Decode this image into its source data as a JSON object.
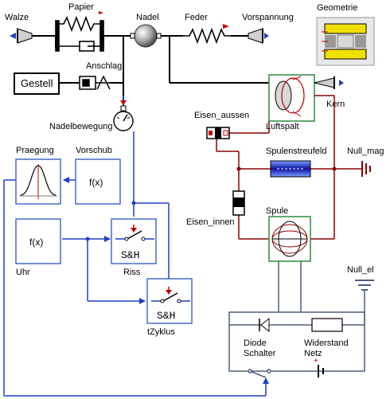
{
  "labels": {
    "walze": "Walze",
    "papier": "Papier",
    "nadel": "Nadel",
    "feder": "Feder",
    "vorspannung": "Vorspannung",
    "geometrie": "Geometrie",
    "anschlag": "Anschlag",
    "gestell": "Gestell",
    "kern": "Kern",
    "nadelbewegung": "Nadelbewegung",
    "eisen_aussen": "Eisen_aussen",
    "luftspalt": "Luftspalt",
    "praegung": "Praegung",
    "vorschub": "Vorschub",
    "fx_vorschub": "f(x)",
    "spulenstreufeld": "Spulenstreufeld",
    "null_mag": "Null_mag",
    "eisen_innen": "Eisen_innen",
    "spule": "Spule",
    "fx_uhr": "f(x)",
    "uhr": "Uhr",
    "sh_riss": "S&H",
    "riss": "Riss",
    "null_el": "Null_el",
    "sh_tzyklus": "S&H",
    "tzyklus": "tZyklus",
    "diode": "Diode",
    "widerstand": "Widerstand",
    "schalter": "Schalter",
    "netz": "Netz"
  },
  "colors": {
    "mech": "#000000",
    "signal": "#1f3fbf",
    "magnetic": "#8b0000",
    "electric": "#4d5e7a",
    "block_border": "#3a5fc8",
    "block_fill": "#ffffff",
    "geometry_yellow": "#f0e000",
    "highlight_green": "#2e8b3e"
  }
}
